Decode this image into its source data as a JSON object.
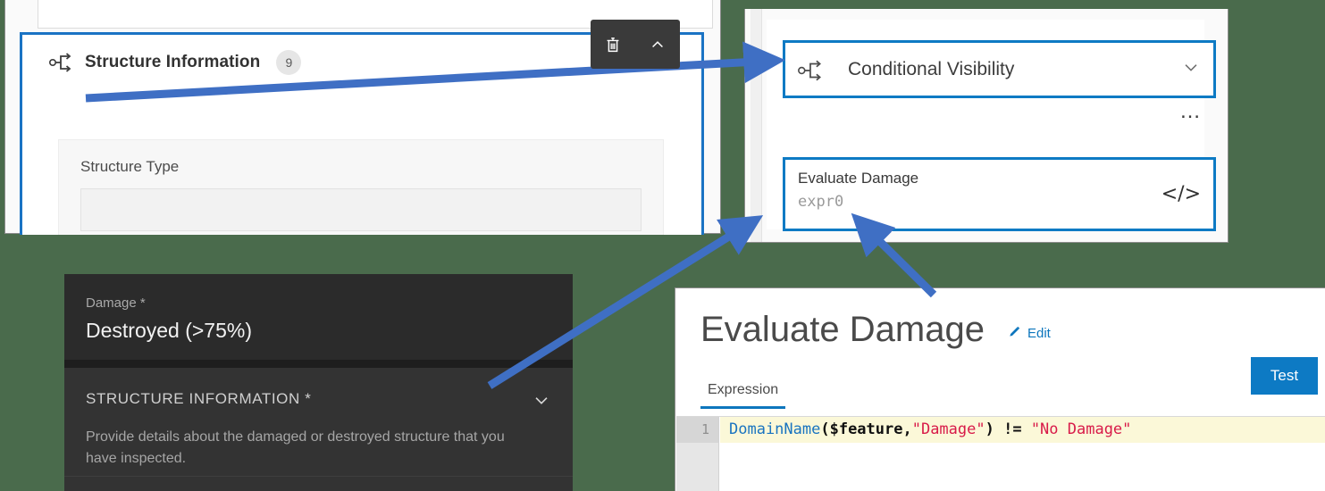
{
  "canvas": {
    "background": "#4a6b4c",
    "accent_blue": "#0d7ac4",
    "annotation_blue": "#3f6fc4"
  },
  "designer": {
    "icon": "conditional-visibility-icon",
    "title": "Structure Information",
    "badge": "9",
    "field_label": "Structure Type",
    "field_value": "",
    "toolbar": {
      "delete": "trash-icon",
      "collapse": "chevron-up-icon"
    }
  },
  "properties": {
    "conditional_visibility": {
      "icon": "conditional-visibility-icon",
      "label": "Conditional Visibility",
      "chevron": "chevron-down-icon"
    },
    "overflow_menu": "…",
    "expression_item": {
      "title": "Evaluate Damage",
      "subtitle": "expr0",
      "code_icon": "</>"
    }
  },
  "mobile_preview": {
    "damage": {
      "label": "Damage *",
      "value": "Destroyed (>75%)"
    },
    "section": {
      "title": "STRUCTURE INFORMATION *",
      "chevron": "chevron-down-icon",
      "description": "Provide details about the damaged or destroyed structure that you have inspected."
    }
  },
  "expression_editor": {
    "title": "Evaluate Damage",
    "edit_link": "Edit",
    "edit_icon": "pencil-icon",
    "tab": "Expression",
    "test_button": "Test",
    "line_number": "1",
    "code_tokens": [
      {
        "text": "DomainName",
        "kind": "fn"
      },
      {
        "text": "($feature,",
        "kind": "plain"
      },
      {
        "text": "\"Damage\"",
        "kind": "str"
      },
      {
        "text": ")",
        "kind": "plain"
      },
      {
        "text": " != ",
        "kind": "plain"
      },
      {
        "text": "\"No Damage\"",
        "kind": "str"
      }
    ],
    "code_text": "DomainName($feature,\"Damage\") != \"No Damage\""
  }
}
